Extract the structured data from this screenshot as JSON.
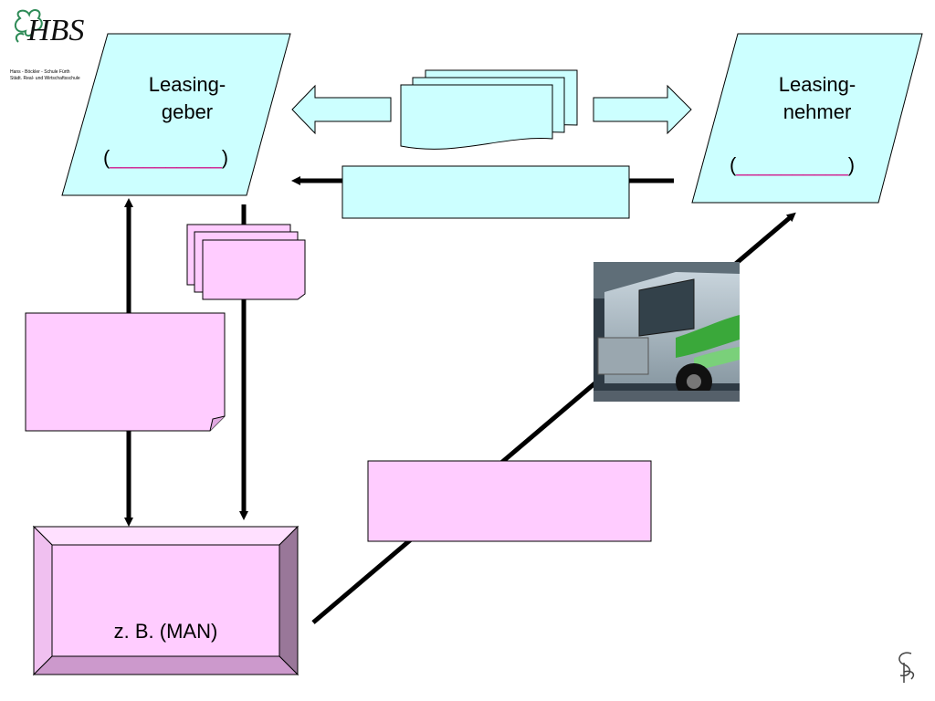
{
  "logo": {
    "mark": "HBS",
    "line1": "Hans - Böckler - Schule Fürth",
    "line2": "Städt. Real- und Wirtschaftsschule"
  },
  "lessor": {
    "line1": "Leasing-",
    "line2": "geber",
    "open": "(",
    "blank": "__________",
    "close": ")"
  },
  "lessee": {
    "line1": "Leasing-",
    "line2": "nehmer",
    "open": "(",
    "blank": "__________",
    "close": ")"
  },
  "manufacturer": {
    "label": "z. B. (MAN)"
  },
  "colors": {
    "cyan_fill": "#ccffff",
    "pink_fill": "#ffccff",
    "bevel_dark": "#997799",
    "bevel_mid": "#cc99cc",
    "bevel_light": "#ffe0ff",
    "blank_line": "#d02090",
    "logo_green": "#2e8b57"
  },
  "icons": {
    "photo": "truck-photo-icon",
    "signature": "signature-icon"
  }
}
